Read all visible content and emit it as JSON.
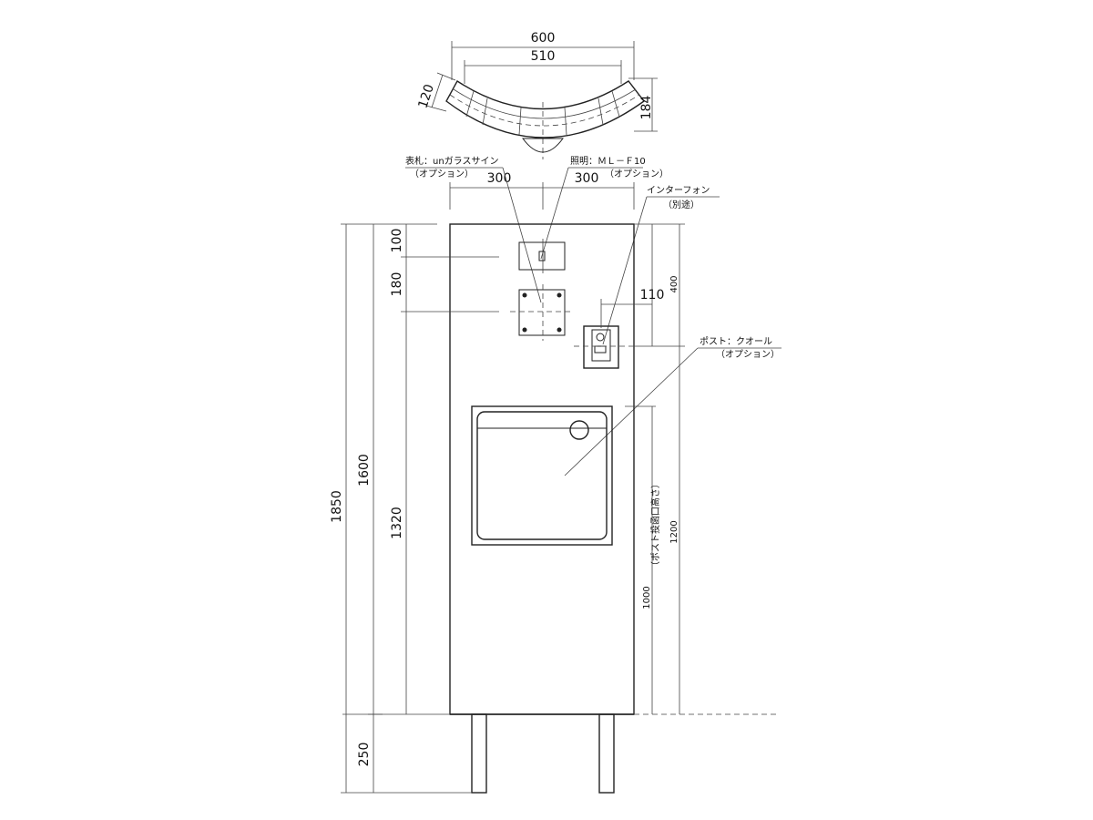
{
  "top_view": {
    "width_outer": "600",
    "width_inner": "510",
    "depth": "120",
    "depth_total": "184"
  },
  "top_dims": {
    "left_half": "300",
    "right_half": "300"
  },
  "callouts": {
    "nameplate_line1": "表札：unガラスサイン",
    "nameplate_line2": "（オプション）",
    "light_line1": "照明：ＭＬ－Ｆ10",
    "light_line2": "（オプション）",
    "intercom_line1": "インターフォン",
    "intercom_line2": "（別途）",
    "post_line1": "ポスト：クオール",
    "post_line2": "（オプション）"
  },
  "left_dims": {
    "total_height": "1850",
    "body_height": "1600",
    "nameplate_to_post": "1320",
    "light_offset": "100",
    "nameplate_offset": "180",
    "leg_height": "250"
  },
  "right_dims": {
    "intercom_width": "110",
    "intercom_offset": "400",
    "post_height": "1200",
    "post_opening_height": "1000",
    "post_opening_note": "（ポスト投函口高さ）"
  }
}
